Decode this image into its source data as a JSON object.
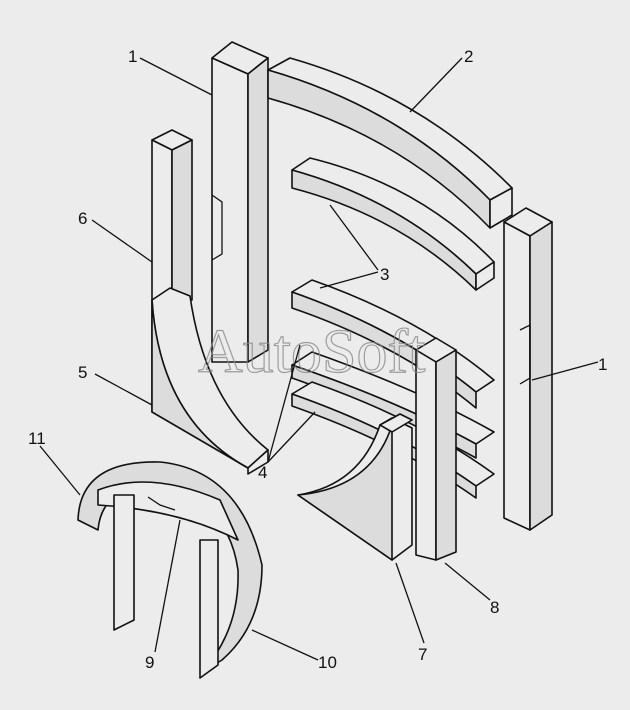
{
  "watermark": "AutoSoft",
  "labels": {
    "l1_top": "1",
    "l2": "2",
    "l3": "3",
    "l1_right": "1",
    "l4": "4",
    "l5": "5",
    "l6": "6",
    "l7": "7",
    "l8": "8",
    "l9": "9",
    "l10": "10",
    "l11": "11"
  },
  "colors": {
    "background": "#ececec",
    "line": "#111111",
    "watermark": "#8a8a8a"
  }
}
